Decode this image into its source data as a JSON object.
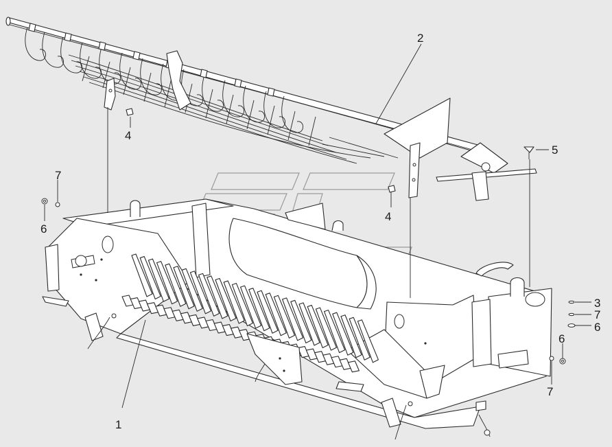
{
  "diagram": {
    "callouts": {
      "c1": "1",
      "c2": "2",
      "c3": "3",
      "c4a": "4",
      "c4b": "4",
      "c5": "5",
      "c6a": "6",
      "c6b": "6",
      "c6c": "6",
      "c7a": "7",
      "c7b": "7",
      "c7c": "7"
    }
  }
}
